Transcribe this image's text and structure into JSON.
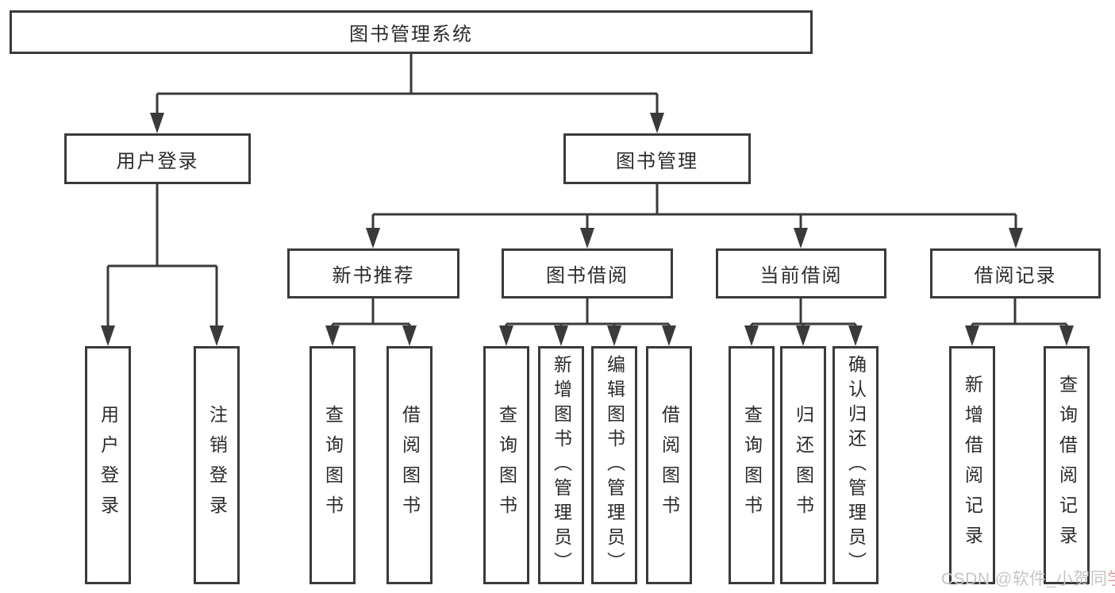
{
  "tree": {
    "root": "图书管理系统",
    "groups": [
      {
        "label": "用户登录",
        "children": [
          "用户登录",
          "注销登录"
        ]
      },
      {
        "label": "图书管理",
        "modules": [
          {
            "label": "新书推荐",
            "children": [
              "查询图书",
              "借阅图书"
            ]
          },
          {
            "label": "图书借阅",
            "children": [
              "查询图书",
              "新增图书（管理员）",
              "编辑图书（管理员）",
              "借阅图书"
            ]
          },
          {
            "label": "当前借阅",
            "children": [
              "查询图书",
              "归还图书",
              "确认归还（管理员）"
            ]
          },
          {
            "label": "借阅记录",
            "children": [
              "新增借阅记录",
              "查询借阅记录"
            ]
          }
        ]
      }
    ]
  },
  "watermark": {
    "prefix": "CSDN @软件_小贺同",
    "accent": "学"
  },
  "colors": {
    "line": "#3a3a3a",
    "text": "#2b2b2b",
    "watermark": "#c5c5c5",
    "watermark_accent": "#e09aa0"
  }
}
